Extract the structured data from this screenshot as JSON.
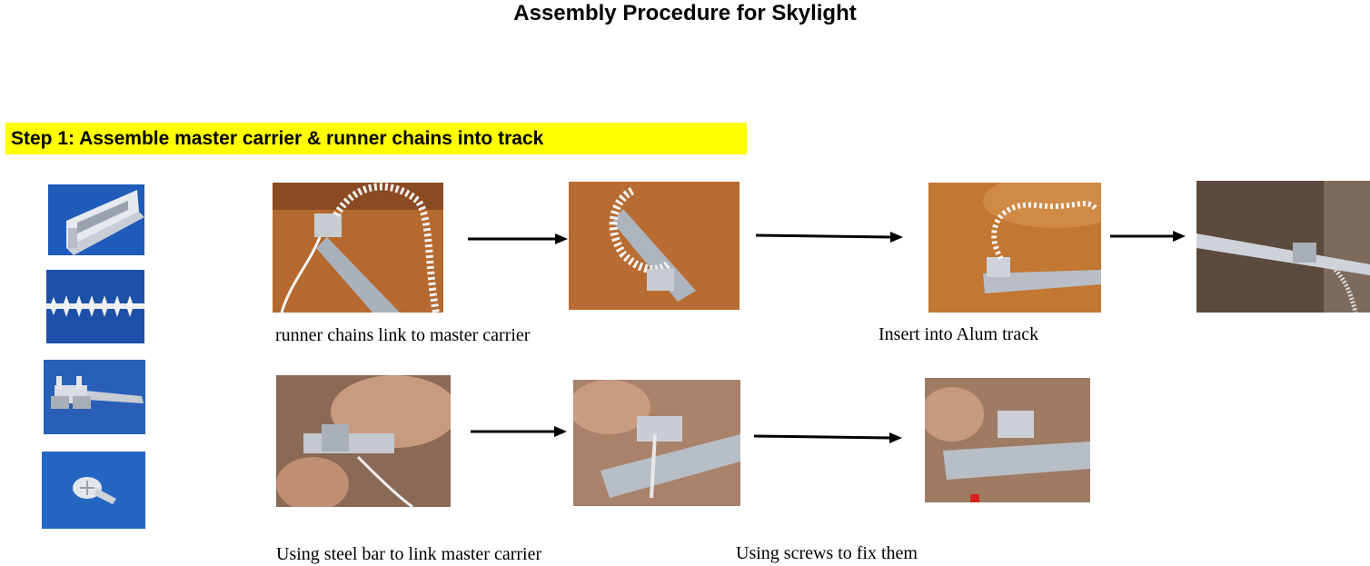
{
  "title": "Assembly Procedure for Skylight",
  "step1": {
    "label": "Step 1: Assemble master carrier & runner chains into track"
  },
  "captions": {
    "runner_chains": "runner chains link to master carrier",
    "insert_track": "Insert into Alum  track",
    "steel_bar": "Using steel bar to link master carrier",
    "screws": "Using screws to fix them"
  },
  "colors": {
    "highlight": "#ffff00",
    "wood": "#b5692f",
    "part_background": "#1e56b4"
  }
}
